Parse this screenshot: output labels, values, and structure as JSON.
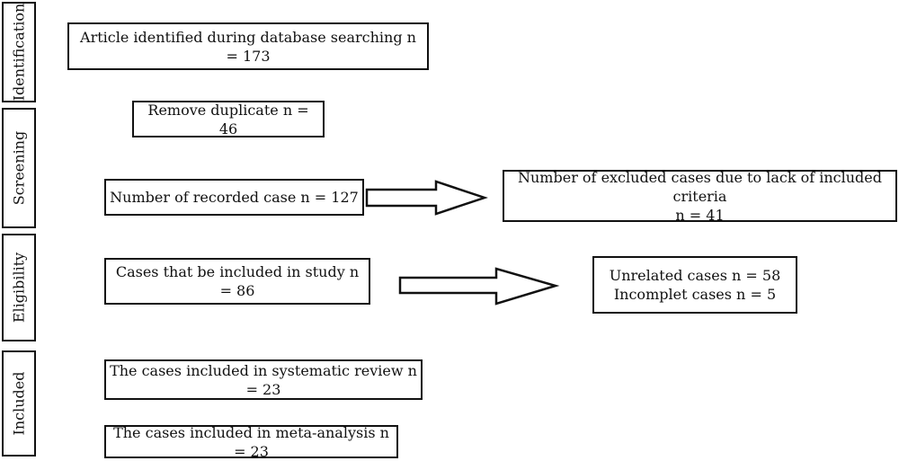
{
  "stages": {
    "identification": "Identification",
    "screening": "Screening",
    "eligibility": "Eligibility",
    "included": "Included"
  },
  "boxes": {
    "identified": "Article identified during database searching n = 173",
    "duplicates": "Remove duplicate n = 46",
    "recorded": "Number of recorded case n = 127",
    "excluded_line1": "Number of excluded cases due to lack of included criteria",
    "excluded_line2": "n = 41",
    "eligible": "Cases that be included in study n = 86",
    "unrelated": "Unrelated cases n = 58",
    "incomplete": "Incomplet cases n = 5",
    "systematic": "The cases included in systematic review n = 23",
    "meta": "The cases included in meta-analysis n = 23"
  }
}
